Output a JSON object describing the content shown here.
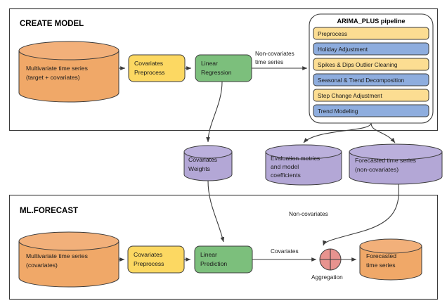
{
  "colors": {
    "orange": "#f0a868",
    "orange_top": "#f2b07a",
    "yellow": "#fcd862",
    "pipeline_yellow": "#fcdd92",
    "green": "#7cbf7c",
    "purple": "#b3a7d6",
    "purple_top": "#bbb0dc",
    "blue": "#8eadde",
    "pink": "#e8938f",
    "stroke": "#3b3b3b",
    "text": "#1a1a1a",
    "background": "#ffffff"
  },
  "create_model": {
    "title": "CREATE MODEL",
    "source_cylinder": {
      "line1": "Multivariate time series",
      "line2": "(target + covariates)"
    },
    "preprocess_box": {
      "line1": "Covariates",
      "line2": "Preprocess"
    },
    "regression_box": {
      "line1": "Linear",
      "line2": "Regression"
    },
    "edge_to_pipeline": {
      "line1": "Non-covariates",
      "line2": "time series"
    },
    "pipeline": {
      "title": "ARIMA_PLUS pipeline",
      "stages": [
        {
          "label": "Preprocess",
          "color": "yellow"
        },
        {
          "label": "Holiday Adjustment",
          "color": "blue"
        },
        {
          "label": "Spikes & Dips Outlier Cleaning",
          "color": "yellow"
        },
        {
          "label": "Seasonal & Trend Decomposition",
          "color": "blue"
        },
        {
          "label": "Step Change Adjustment",
          "color": "yellow"
        },
        {
          "label": "Trend Modeling",
          "color": "blue"
        }
      ]
    }
  },
  "artifacts": [
    {
      "name": "covariates-weights",
      "lines": [
        "Covariates",
        "Weights"
      ]
    },
    {
      "name": "evaluation-metrics",
      "lines": [
        "Evaluation metrics",
        "and model",
        "coefficients"
      ]
    },
    {
      "name": "forecasted-non-covariates",
      "lines": [
        "Forecasted time series",
        "(non-covariates)"
      ]
    }
  ],
  "ml_forecast": {
    "title": "ML.FORECAST",
    "source_cylinder": {
      "line1": "Multivariate time series",
      "line2": "(covariates)"
    },
    "preprocess_box": {
      "line1": "Covariates",
      "line2": "Preprocess"
    },
    "prediction_box": {
      "line1": "Linear",
      "line2": "Prediction"
    },
    "edge_covariates": "Covariates",
    "edge_non_covariates": "Non-covariates",
    "aggregation_label": "Aggregation",
    "output_cylinder": {
      "line1": "Forecasted",
      "line2": "time series"
    }
  }
}
